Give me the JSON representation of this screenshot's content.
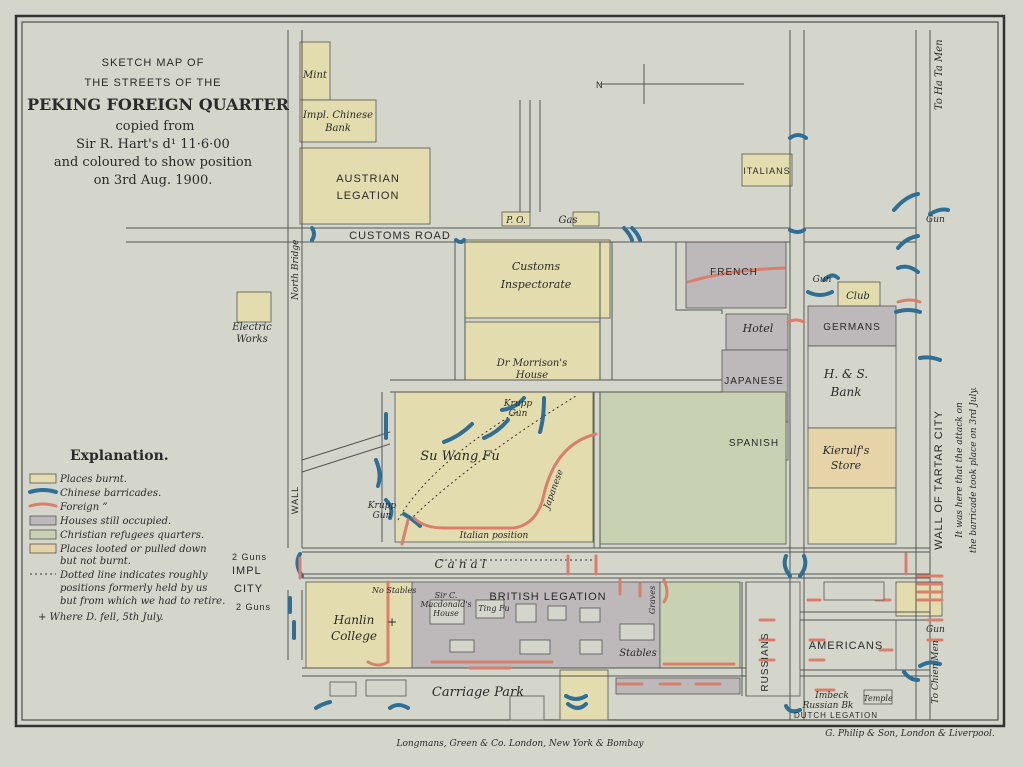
{
  "title": {
    "line1": "SKETCH MAP OF",
    "line2": "THE STREETS OF THE",
    "line3": "PEKING FOREIGN QUARTER",
    "line4": "copied from",
    "line5": "Sir R. Hart's d¹ 11·6·00",
    "line6": "and coloured to show position",
    "line7": "on 3rd Aug. 1900."
  },
  "legend": {
    "heading": "Explanation.",
    "items": [
      {
        "label": "Places burnt."
      },
      {
        "label": "Chinese barricades."
      },
      {
        "label": "Foreign   ”"
      },
      {
        "label": "Houses still occupied."
      },
      {
        "label": "Christian refugees quarters."
      },
      {
        "label": "Places looted or pulled down"
      },
      {
        "label": "but not burnt."
      }
    ],
    "dotted1": "Dotted line indicates roughly",
    "dotted2": "positions formerly held by us",
    "dotted3": "but from which we had to retire.",
    "cross": "+   Where D. fell, 5th July."
  },
  "colors": {
    "burnt": "#e3dcae",
    "chinese_barricade": "#2f6f96",
    "foreign_barricade": "#d8806b",
    "occupied": "#bdb8ba",
    "christian": "#c9d1b3",
    "looted": "#e6d4a8",
    "paper": "#d4d6cc"
  },
  "labels": {
    "mint": "Mint",
    "chinese_bank_1": "Impl. Chinese",
    "chinese_bank_2": "Bank",
    "austrian_1": "AUSTRIAN",
    "austrian_2": "LEGATION",
    "customs_road": "CUSTOMS      ROAD",
    "po": "P. O.",
    "gas": "Gas",
    "italians": "ITALIANS",
    "north": "N",
    "to_ha_ta_men": "To Ha Ta Men",
    "gun": "Gun",
    "customs_1": "Customs",
    "customs_2": "Inspectorate",
    "french": "FRENCH",
    "club": "Club",
    "hotel": "Hotel",
    "germans": "GERMANS",
    "electric_1": "Electric",
    "electric_2": "Works",
    "north_bridge": "North Bridge",
    "morrison_1": "Dr Morrison's",
    "morrison_2": "House",
    "japanese": "JAPANESE",
    "hs_bank_1": "H. & S.",
    "hs_bank_2": "Bank",
    "krupp_gun_1": "Krupp",
    "krupp_gun_2": "Gun",
    "su_wang_fu": "Su Wang Fu",
    "spanish": "SPANISH",
    "kierulf_1": "Kierulf's",
    "kierulf_2": "Store",
    "wall_of_tartar_city": "WALL OF TARTAR CITY",
    "attack_1": "It was here that the attack on",
    "attack_2": "the barricade took place on 3rd July.",
    "japanese_side": "Japanese",
    "italian_position": "Italian position",
    "wall": "WALL",
    "canal": "Canal",
    "two_guns_a": "2 Guns",
    "two_guns_b": "2 Guns",
    "impl_city_1": "IMPL",
    "impl_city_2": "CITY",
    "no_stables": "No Stables",
    "sir_c_1": "Sir C.",
    "sir_c_2": "Macdonald's",
    "sir_c_3": "House",
    "ting_fu": "Ting Fu",
    "british_legation": "BRITISH   LEGATION",
    "graves": "Graves",
    "hanlin_1": "Hanlin",
    "hanlin_2": "College",
    "stables": "Stables",
    "russians": "RUSSIANS",
    "americans": "AMERICANS",
    "carriage_park": "Carriage Park",
    "imbeck": "Imbeck",
    "russian_bk": "Russian Bk",
    "temple": "Temple",
    "dutch_legation": "DUTCH LEGATION",
    "to_chien_men": "To Chien Men"
  },
  "footer": {
    "publisher": "Longmans, Green & Co. London, New York & Bombay",
    "engraver": "G. Philip & Son, London & Liverpool."
  }
}
